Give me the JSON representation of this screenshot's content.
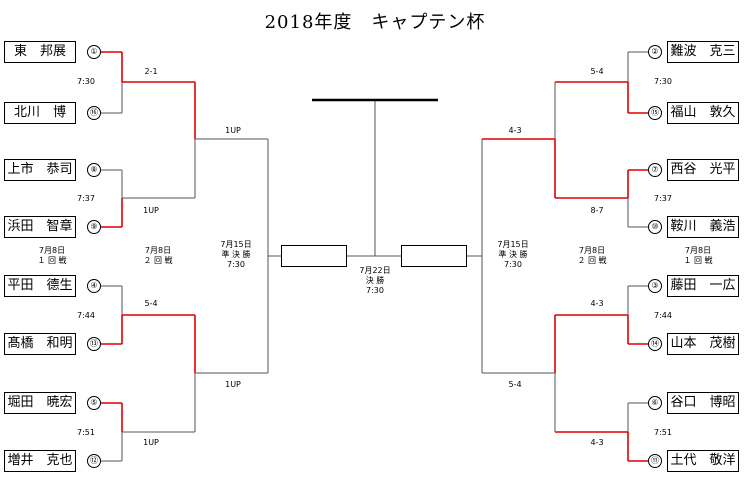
{
  "title": "2018年度　キャプテン杯",
  "players_left": [
    {
      "name": "東　邦展",
      "seed": "①"
    },
    {
      "name": "北川　博",
      "seed": "⑯"
    },
    {
      "name": "上市　恭司",
      "seed": "⑧"
    },
    {
      "name": "浜田　智章",
      "seed": "⑨"
    },
    {
      "name": "平田　德生",
      "seed": "④"
    },
    {
      "name": "髙橋　和明",
      "seed": "⑬"
    },
    {
      "name": "堀田　暁宏",
      "seed": "⑤"
    },
    {
      "name": "増井　克也",
      "seed": "⑫"
    }
  ],
  "players_right": [
    {
      "name": "難波　克三",
      "seed": "②"
    },
    {
      "name": "福山　敦久",
      "seed": "⑮"
    },
    {
      "name": "西谷　光平",
      "seed": "⑦"
    },
    {
      "name": "鞍川　義浩",
      "seed": "⑩"
    },
    {
      "name": "藤田　一広",
      "seed": "③"
    },
    {
      "name": "山本　茂樹",
      "seed": "⑭"
    },
    {
      "name": "谷口　博昭",
      "seed": "⑥"
    },
    {
      "name": "土代　敬洋",
      "seed": "⑪"
    }
  ],
  "times_left": [
    "7:30",
    "7:37",
    "7:44",
    "7:51"
  ],
  "times_right": [
    "7:30",
    "7:37",
    "7:44",
    "7:51"
  ],
  "scores_left": {
    "r1_1": "2-1",
    "r1_2": "1UP",
    "r1_3": "5-4",
    "r1_4": "1UP",
    "r2_1": "1UP",
    "r2_2": "1UP"
  },
  "scores_right": {
    "r1_1": "5-4",
    "r1_2": "8-7",
    "r1_3": "4-3",
    "r1_4": "4-3",
    "r2_1": "4-3",
    "r2_2": "5-4"
  },
  "round_labels": {
    "r1_left": "7月8日\n１ 回 戦",
    "r2_left": "7月8日\n２ 回 戦",
    "semi_left": "7月15日\n準 決 勝\n7:30",
    "final": "7月22日\n決 勝\n7:30",
    "semi_right": "7月15日\n準 決 勝\n7:30",
    "r2_right": "7月8日\n２ 回 戦",
    "r1_right": "7月8日\n１ 回 戦"
  },
  "colors": {
    "winner": "#e00000",
    "line": "#555555"
  }
}
